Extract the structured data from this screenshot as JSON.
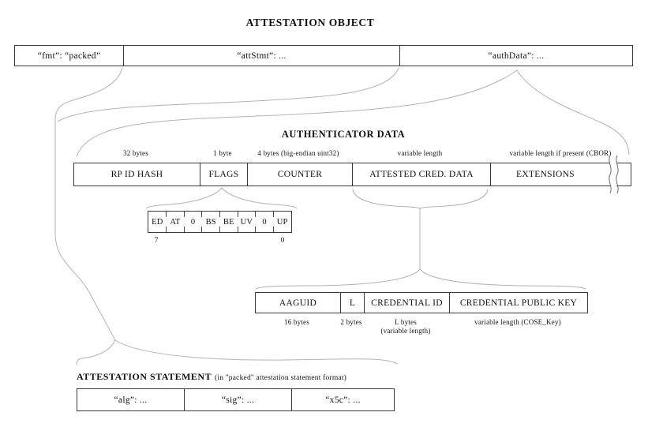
{
  "page_title": "ATTESTATION OBJECT",
  "attestation_object_row": {
    "cells": [
      {
        "label": "“fmt”: “packed”"
      },
      {
        "label": "“attStmt”: ..."
      },
      {
        "label": "“authData”: ..."
      }
    ]
  },
  "authenticator_data": {
    "title": "AUTHENTICATOR DATA",
    "fields": [
      {
        "label": "RP ID HASH",
        "size": "32 bytes"
      },
      {
        "label": "FLAGS",
        "size": "1 byte"
      },
      {
        "label": "COUNTER",
        "size": "4 bytes (big-endian uint32)"
      },
      {
        "label": "ATTESTED CRED. DATA",
        "size": "variable length"
      },
      {
        "label": "EXTENSIONS",
        "size": "variable length if present (CBOR)"
      }
    ]
  },
  "flags_detail": {
    "bits": [
      {
        "label": "ED"
      },
      {
        "label": "AT"
      },
      {
        "label": "0"
      },
      {
        "label": "BS"
      },
      {
        "label": "BE"
      },
      {
        "label": "UV"
      },
      {
        "label": "0"
      },
      {
        "label": "UP"
      }
    ],
    "msb_label": "7",
    "lsb_label": "0"
  },
  "attested_cred_detail": {
    "fields": [
      {
        "label": "AAGUID",
        "size": "16 bytes"
      },
      {
        "label": "L",
        "size": "2 bytes"
      },
      {
        "label": "CREDENTIAL ID",
        "size": "L bytes",
        "size2": "(variable length)"
      },
      {
        "label": "CREDENTIAL PUBLIC KEY",
        "size": "variable length (COSE_Key)"
      }
    ]
  },
  "attestation_statement": {
    "title": "ATTESTATION STATEMENT",
    "subtitle": "(in \"packed\" attestation statement format)",
    "cells": [
      {
        "label": "“alg”: ..."
      },
      {
        "label": "“sig”: ..."
      },
      {
        "label": "“x5c”: ..."
      }
    ]
  }
}
